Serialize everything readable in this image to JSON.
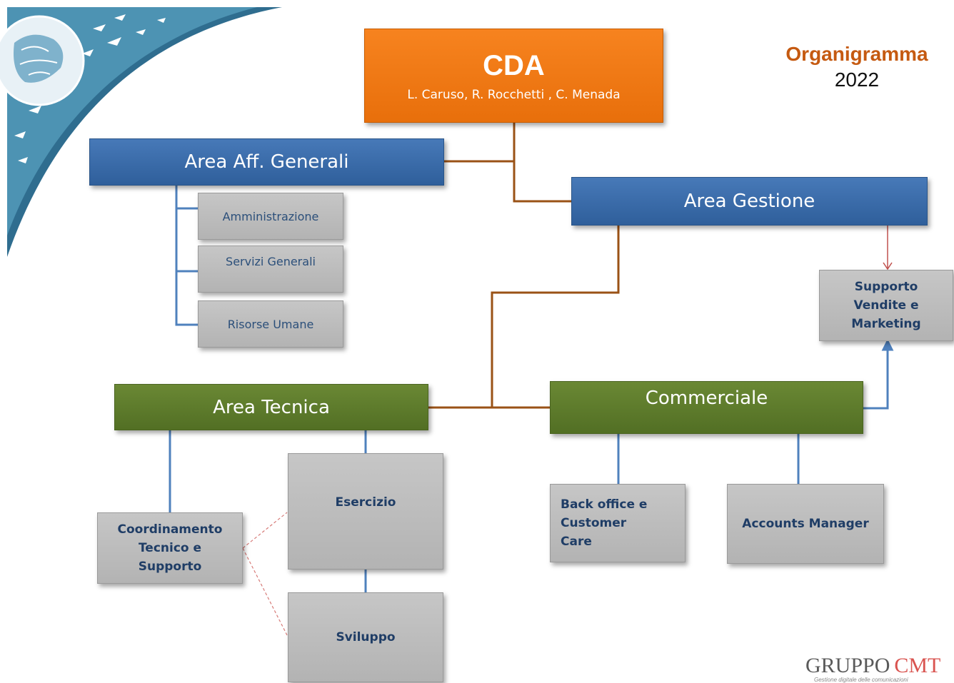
{
  "header": {
    "title": "Organigramma",
    "year": "2022"
  },
  "cda": {
    "title": "CDA",
    "members": "L. Caruso, R. Rocchetti , C. Menada"
  },
  "areas": {
    "aff_generali": "Area Aff. Generali",
    "gestione": "Area Gestione",
    "tecnica": "Area Tecnica",
    "commerciale": "Commerciale"
  },
  "units": {
    "amministrazione": "Amministrazione",
    "servizi_generali": "Servizi Generali",
    "risorse_umane": "Risorse Umane",
    "supporto_vendite": "Supporto Vendite e Marketing",
    "coordinamento": "Coordinamento Tecnico e Supporto",
    "esercizio": "Esercizio",
    "sviluppo": "Sviluppo",
    "back_office": "Back office e Customer Care",
    "accounts_manager": "Accounts Manager"
  },
  "logo": {
    "name_a": "GRUPPO",
    "name_b": "CMT",
    "tagline": "Gestione digitale delle comunicazioni"
  },
  "colors": {
    "orange": "#f07a14",
    "blue": "#3a6ba9",
    "green": "#5f7c2c",
    "grey": "#bdbdbd",
    "connector": "#9a5216",
    "title": "#c55a11"
  }
}
